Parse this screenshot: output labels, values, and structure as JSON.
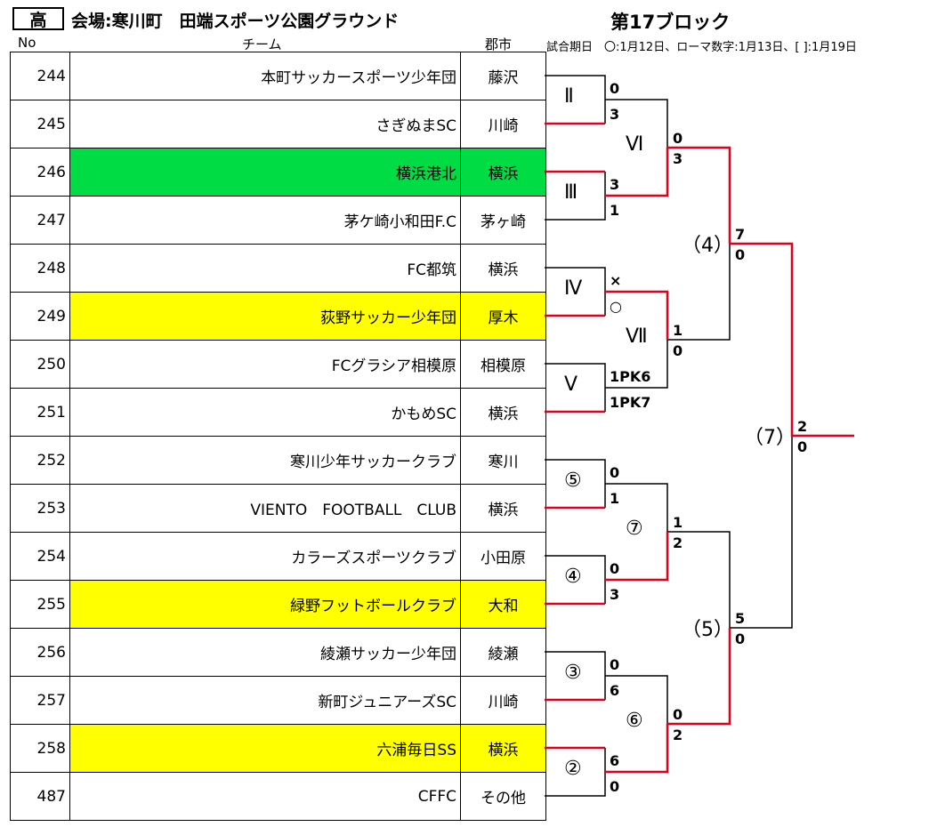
{
  "header": {
    "badge": "高",
    "venue": "会場:寒川町　田端スポーツ公園グラウンド",
    "block_title": "第17ブロック",
    "col_no": "No",
    "col_team": "チーム",
    "col_city": "郡市",
    "legend": "試合期日　〇:1月12日、ローマ数字:1月13日、[ ]:1月19日"
  },
  "teams": [
    {
      "no": "244",
      "name": "本町サッカースポーツ少年団",
      "city": "藤沢",
      "highlight": "none"
    },
    {
      "no": "245",
      "name": "さぎぬまSC",
      "city": "川崎",
      "highlight": "none"
    },
    {
      "no": "246",
      "name": "横浜港北",
      "city": "横浜",
      "highlight": "green"
    },
    {
      "no": "247",
      "name": "茅ケ崎小和田F.C",
      "city": "茅ヶ崎",
      "highlight": "none"
    },
    {
      "no": "248",
      "name": "FC都筑",
      "city": "横浜",
      "highlight": "none"
    },
    {
      "no": "249",
      "name": "荻野サッカー少年団",
      "city": "厚木",
      "highlight": "yellow"
    },
    {
      "no": "250",
      "name": "FCグラシア相模原",
      "city": "相模原",
      "highlight": "none"
    },
    {
      "no": "251",
      "name": "かもめSC",
      "city": "横浜",
      "highlight": "none"
    },
    {
      "no": "252",
      "name": "寒川少年サッカークラブ",
      "city": "寒川",
      "highlight": "none"
    },
    {
      "no": "253",
      "name": "VIENTO　FOOTBALL　CLUB",
      "city": "横浜",
      "highlight": "none"
    },
    {
      "no": "254",
      "name": "カラーズスポーツクラブ",
      "city": "小田原",
      "highlight": "none"
    },
    {
      "no": "255",
      "name": "緑野フットボールクラブ",
      "city": "大和",
      "highlight": "yellow"
    },
    {
      "no": "256",
      "name": "綾瀬サッカー少年団",
      "city": "綾瀬",
      "highlight": "none"
    },
    {
      "no": "257",
      "name": "新町ジュニアーズSC",
      "city": "川崎",
      "highlight": "none"
    },
    {
      "no": "258",
      "name": "六浦毎日SS",
      "city": "横浜",
      "highlight": "yellow"
    },
    {
      "no": "487",
      "name": "CFFC",
      "city": "その他",
      "highlight": "none"
    }
  ],
  "bracket": {
    "round1": [
      {
        "label": "Ⅱ",
        "top": "0",
        "bottom": "3"
      },
      {
        "label": "Ⅲ",
        "top": "3",
        "bottom": "1"
      },
      {
        "label": "Ⅳ",
        "top": "×",
        "bottom": "○"
      },
      {
        "label": "Ⅴ",
        "top": "1PK6",
        "bottom": "1PK7"
      },
      {
        "label": "⑤",
        "top": "0",
        "bottom": "1"
      },
      {
        "label": "④",
        "top": "0",
        "bottom": "3"
      },
      {
        "label": "③",
        "top": "0",
        "bottom": "6"
      },
      {
        "label": "②",
        "top": "6",
        "bottom": "0"
      }
    ],
    "round2": [
      {
        "label": "Ⅵ",
        "top": "0",
        "bottom": "3"
      },
      {
        "label": "Ⅶ",
        "top": "1",
        "bottom": "0"
      },
      {
        "label": "⑦",
        "top": "1",
        "bottom": "2"
      },
      {
        "label": "⑥",
        "top": "0",
        "bottom": "2"
      }
    ],
    "round3": [
      {
        "label": "（4）",
        "top": "7",
        "bottom": "0"
      },
      {
        "label": "（5）",
        "top": "5",
        "bottom": "0"
      }
    ],
    "final": {
      "label": "（7）",
      "top": "2",
      "bottom": "0"
    }
  },
  "colors": {
    "winner_line": "#e0001b",
    "green": "#00dd44",
    "yellow": "#ffff00"
  }
}
